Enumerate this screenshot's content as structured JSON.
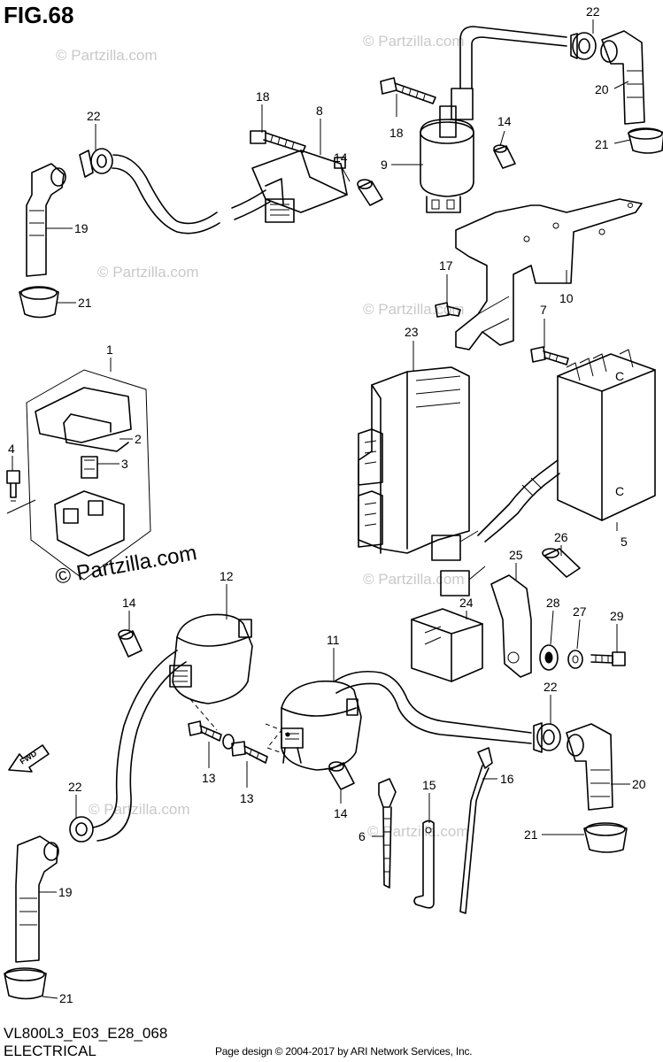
{
  "figure_title": "FIG.68",
  "model_code": "VL800L3_E03_E28_068",
  "section_name": "ELECTRICAL",
  "credit": "Page design © 2004-2017 by ARI Network Services, Inc.",
  "watermark": "© Partzilla.com",
  "forward_label": "FWD",
  "callouts": {
    "c1": "1",
    "c2": "2",
    "c3": "3",
    "c4": "4",
    "c5": "5",
    "c6": "6",
    "c7": "7",
    "c8": "8",
    "c9": "9",
    "c10": "10",
    "c11": "11",
    "c12": "12",
    "c13a": "13",
    "c13b": "13",
    "c14a": "14",
    "c14b": "14",
    "c14c": "14",
    "c14d": "14",
    "c15": "15",
    "c16": "16",
    "c17": "17",
    "c18a": "18",
    "c18b": "18",
    "c19a": "19",
    "c19b": "19",
    "c20a": "20",
    "c20b": "20",
    "c21a": "21",
    "c21b": "21",
    "c21c": "21",
    "c21d": "21",
    "c22a": "22",
    "c22b": "22",
    "c22c": "22",
    "c22d": "22",
    "c23": "23",
    "c24": "24",
    "c25": "25",
    "c26": "26",
    "c27": "27",
    "c28": "28",
    "c29": "29"
  }
}
